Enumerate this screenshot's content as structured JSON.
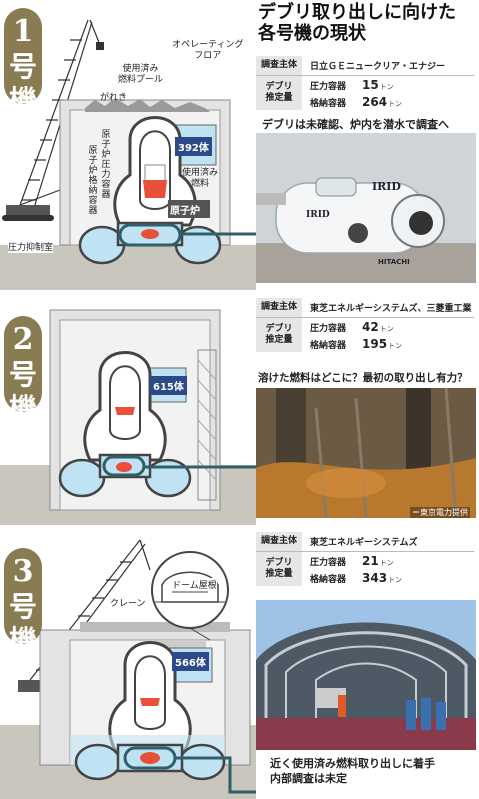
{
  "title_lines": [
    "デブリ取り出しに向けた",
    "各号機の現状"
  ],
  "units": [
    {
      "num": "1",
      "ki": "号機",
      "investigator_label": "調査主体",
      "investigator": "日立ＧＥニュークリア・エナジー",
      "debris_label": [
        "デブリ",
        "推定量"
      ],
      "pressure_vessel_label": "圧力容器",
      "pressure_vessel_value": "15",
      "containment_vessel_label": "格納容器",
      "containment_vessel_value": "264",
      "ton_unit": "トン",
      "caption": "デブリは未確認、炉内を潜水で調査へ",
      "pool_count": "392体",
      "labels": {
        "operating_floor": [
          "オペレーティング",
          "フロア"
        ],
        "spent_fuel_pool": [
          "使用済み",
          "燃料プール"
        ],
        "rubble": "がれき",
        "reactor_pressure_vessel": "原子炉圧力容器",
        "reactor_containment_vessel": "原子炉格納容器",
        "spent_fuel": [
          "使用済み",
          "燃料"
        ],
        "reactor": "原子炉",
        "suppression_chamber": "圧力抑制室"
      },
      "robot_text": [
        "IRID",
        "IRID",
        "HITACHI"
      ]
    },
    {
      "num": "2",
      "ki": "号機",
      "investigator_label": "調査主体",
      "investigator": "東芝エネルギーシステムズ、三菱重工業",
      "debris_label": [
        "デブリ",
        "推定量"
      ],
      "pressure_vessel_label": "圧力容器",
      "pressure_vessel_value": "42",
      "containment_vessel_label": "格納容器",
      "containment_vessel_value": "195",
      "ton_unit": "トン",
      "caption": "溶けた燃料はどこに？最初の取り出し有力？",
      "pool_count": "615体",
      "credit": "＝東京電力提供"
    },
    {
      "num": "3",
      "ki": "号機",
      "investigator_label": "調査主体",
      "investigator": "東芝エネルギーシステムズ",
      "debris_label": [
        "デブリ",
        "推定量"
      ],
      "pressure_vessel_label": "圧力容器",
      "pressure_vessel_value": "21",
      "containment_vessel_label": "格納容器",
      "containment_vessel_value": "343",
      "ton_unit": "トン",
      "caption_lines": [
        "近く使用済み燃料取り出しに着手",
        "内部調査は未定"
      ],
      "pool_count": "566体",
      "labels": {
        "dome_roof": "ドーム屋根",
        "crane": "クレーン"
      }
    }
  ],
  "colors": {
    "badge": "#8a7c52",
    "water": "#bfe3f2",
    "building": "#d9d9d9",
    "dark_line": "#444",
    "teal": "#2f5f68",
    "debris": "#e8503a",
    "count": "#2a4a8a"
  }
}
